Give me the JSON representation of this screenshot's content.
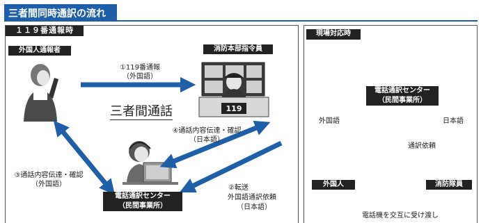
{
  "title": "三者間同時通訳の流れ",
  "panel_119": {
    "heading": "１１９番通報時",
    "foreign_caller": "外国人通報者",
    "dispatch": "消防本部指令員",
    "center": "電話通訳センター",
    "center_sub": "（民間事業所）",
    "three_way": "三者間通話",
    "monitor_number": "119",
    "step1": "①119番通報",
    "step1_lang": "（外国語）",
    "step2": "②転送",
    "step2_detail": "外国語通訳依頼",
    "step2_lang": "（日本語）",
    "step3": "③通話内容伝達・確認",
    "step3_lang": "（外国語）",
    "step4": "④通話内容伝達・確認",
    "step4_lang": "（日本語）"
  },
  "panel_scene": {
    "heading": "現場対応時",
    "center": "電話通訳センター",
    "center_sub": "（民間事業所）",
    "foreign_lang": "外国語",
    "japanese": "日本語",
    "request": "通訳依頼",
    "foreigner": "外国人",
    "firefighter": "消防隊員",
    "handoff": "電話機を交互に受け渡し"
  },
  "colors": {
    "accent_blue": "#1f5fa8",
    "label_dark": "#222222"
  }
}
